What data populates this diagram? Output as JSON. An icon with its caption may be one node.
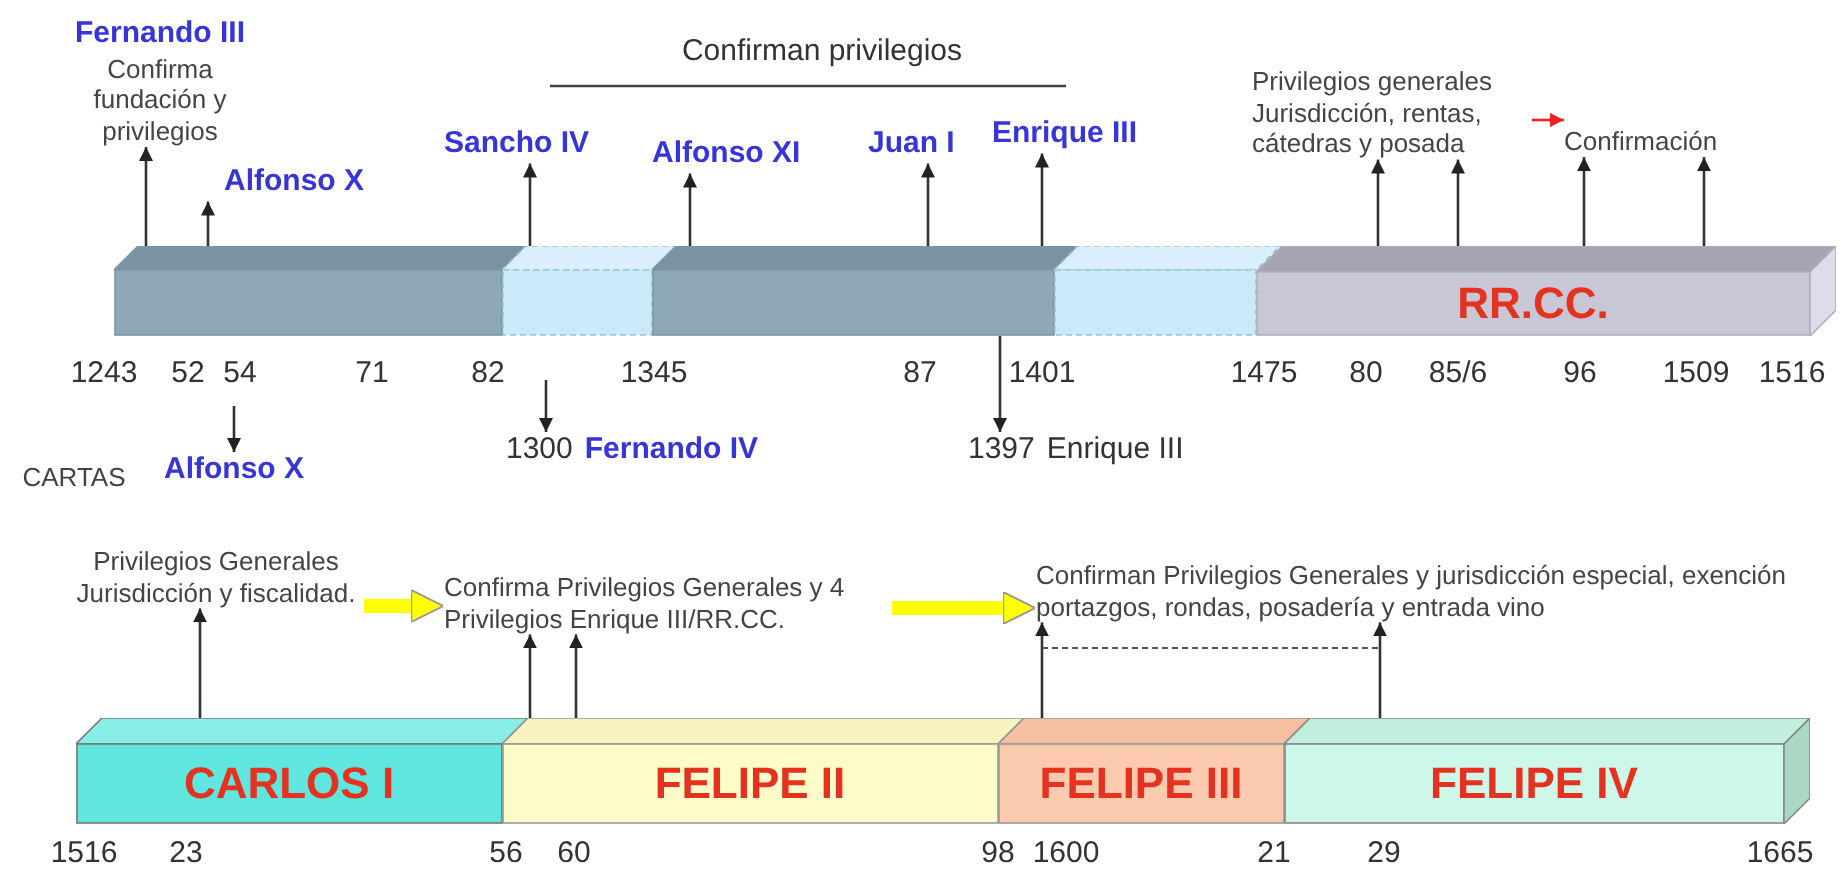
{
  "diagram": {
    "nodes": [
      {
        "text": [
          "Fernando III",
          "Confirma fundación y privilegios"
        ]
      },
      {
        "text": [
          "Alfonso X"
        ]
      },
      {
        "text": [
          "Sancho IV"
        ]
      },
      {
        "text": [
          "Alfonso XI"
        ]
      },
      {
        "text": [
          "Juan I"
        ]
      },
      {
        "text": [
          "Enrique III"
        ]
      },
      {
        "text": [
          "Privilegios generales Jurisdicción, rentas, cátedras y posada"
        ]
      },
      {
        "text": [
          "Confirmación"
        ]
      },
      {
        "text": [],
        "shape": "bar"
      },
      {
        "text": [],
        "shape": "bar"
      },
      {
        "text": [],
        "shape": "bar"
      },
      {
        "text": [],
        "shape": "bar"
      },
      {
        "text": [
          "RR.CC."
        ]
      },
      {
        "text": [
          "Alfonso X"
        ]
      },
      {
        "text": [
          "1300",
          "Fernando IV"
        ]
      },
      {
        "text": [
          "1397",
          "Enrique III"
        ]
      },
      {
        "text": [
          "Privilegios Generales Jurisdicción y fiscalidad."
        ]
      },
      {
        "text": [
          "Confirma Privilegios Generales y 4 Privilegios Enrique III/RR.CC."
        ]
      },
      {
        "text": [
          "Confirman Privilegios Generales y jurisdicción especial, exención portazgos, rondas, posadería y entrada vino"
        ]
      },
      {
        "text": [
          "CARLOS I"
        ]
      },
      {
        "text": [
          "FELIPE II"
        ]
      },
      {
        "text": [
          "FELIPE III"
        ]
      },
      {
        "text": [
          "FELIPE IV"
        ]
      }
    ],
    "edges": [
      {
        "from": 8,
        "to": 0,
        "arrow": "to"
      },
      {
        "from": 8,
        "to": 1,
        "arrow": "to"
      },
      {
        "from": 9,
        "to": 2,
        "arrow": "to"
      },
      {
        "from": 10,
        "to": 3,
        "arrow": "to"
      },
      {
        "from": 10,
        "to": 4,
        "arrow": "to"
      },
      {
        "from": 10,
        "to": 5,
        "arrow": "to"
      },
      {
        "from": 12,
        "to": 6,
        "arrow": "to"
      },
      {
        "from": 12,
        "to": 6,
        "arrow": "to"
      },
      {
        "from": 12,
        "to": 7,
        "arrow": "to"
      },
      {
        "from": 12,
        "to": 7,
        "arrow": "to"
      },
      {
        "from": 6,
        "to": 7,
        "arrow": "to",
        "color": "#ee2222"
      },
      {
        "from": null,
        "to": 13,
        "arrow": "to"
      },
      {
        "from": null,
        "to": 14,
        "arrow": "to"
      },
      {
        "from": 10,
        "to": 15,
        "arrow": "to"
      },
      {
        "from": 19,
        "to": 16,
        "arrow": "to"
      },
      {
        "from": 20,
        "to": 17,
        "arrow": "to"
      },
      {
        "from": 20,
        "to": 17,
        "arrow": "to"
      },
      {
        "from": 21,
        "to": 18,
        "arrow": "to"
      },
      {
        "from": 22,
        "to": 18,
        "arrow": "to"
      },
      {
        "from": 16,
        "to": 17,
        "arrow": "to",
        "style": "thick",
        "color": "#ffff00"
      },
      {
        "from": 17,
        "to": 18,
        "arrow": "to",
        "style": "thick",
        "color": "#ffff00"
      }
    ],
    "labels": [
      "Confirman privilegios",
      "1243",
      "52",
      "54",
      "71",
      "82",
      "1345",
      "87",
      "1401",
      "1475",
      "80",
      "85/6",
      "96",
      "1509",
      "1516",
      "CARTAS",
      "1516",
      "23",
      "56",
      "60",
      "98",
      "1600",
      "21",
      "29",
      "1665"
    ]
  }
}
